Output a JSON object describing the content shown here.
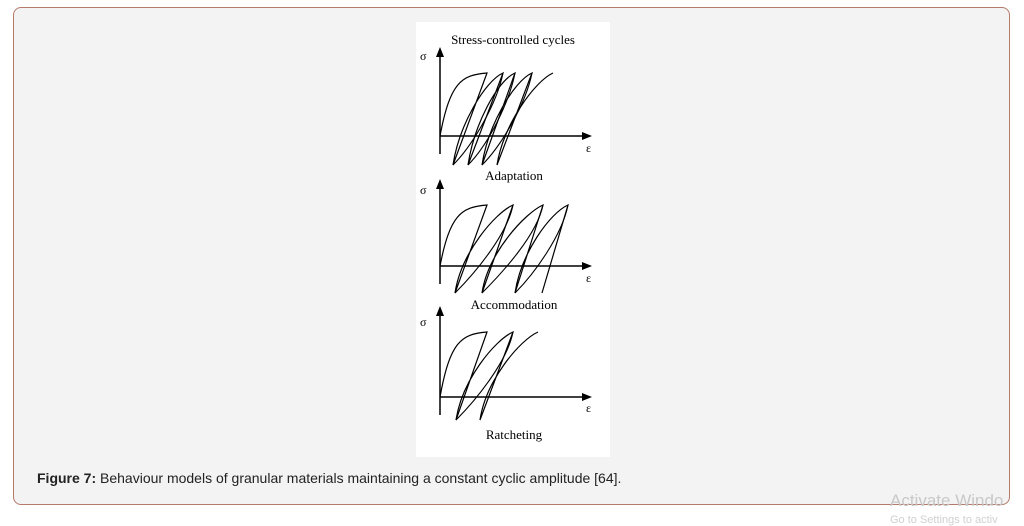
{
  "figure": {
    "title": "Stress-controlled cycles",
    "panels": [
      {
        "label": "Adaptation",
        "y_axis": "σ",
        "x_axis": "ε"
      },
      {
        "label": "Accommodation",
        "y_axis": "σ",
        "x_axis": "ε"
      },
      {
        "label": "Ratcheting",
        "y_axis": "σ",
        "x_axis": "ε"
      }
    ]
  },
  "caption": {
    "label": "Figure 7:",
    "text": " Behaviour models of granular materials maintaining a constant cyclic amplitude [64]."
  },
  "watermark": {
    "line1": "Activate Windo",
    "line2": "Go to Settings to activ"
  }
}
